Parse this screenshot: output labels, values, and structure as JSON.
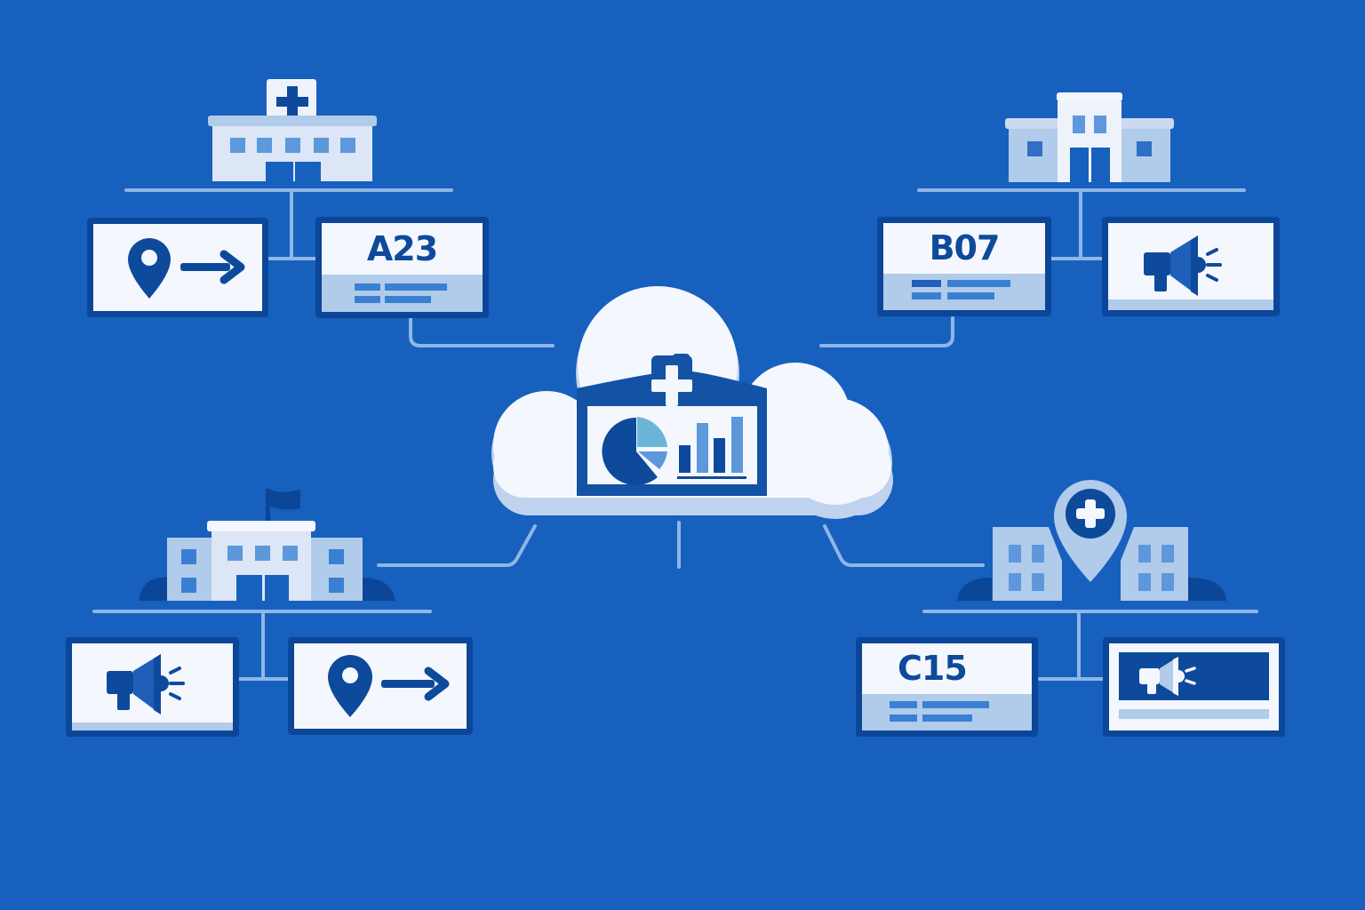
{
  "diagram": {
    "title": "",
    "background_color": "#1760BE",
    "center": {
      "type": "cloud",
      "label": "Central cloud health dashboard",
      "icons": [
        "cloud-icon",
        "medical-cross-icon",
        "pie-chart-icon",
        "bar-chart-icon"
      ],
      "bar_chart_heights": [
        0.4,
        0.75,
        0.5,
        0.95
      ],
      "pie_slices": [
        0.7,
        0.2,
        0.1
      ]
    },
    "nodes": [
      {
        "id": "top-left",
        "building": "hospital",
        "building_icon": "hospital-cross-icon",
        "screens": [
          {
            "type": "wayfinding",
            "icons": [
              "location-pin-icon",
              "arrow-right-icon"
            ]
          },
          {
            "type": "code",
            "code": "A23"
          }
        ]
      },
      {
        "id": "top-right",
        "building": "clinic",
        "building_icon": "clinic-building-icon",
        "screens": [
          {
            "type": "code",
            "code": "B07"
          },
          {
            "type": "announcement",
            "icons": [
              "megaphone-icon"
            ]
          }
        ]
      },
      {
        "id": "bottom-left",
        "building": "school",
        "building_icon": "flag-building-icon",
        "screens": [
          {
            "type": "announcement",
            "icons": [
              "megaphone-icon"
            ]
          },
          {
            "type": "wayfinding",
            "icons": [
              "location-pin-icon",
              "arrow-right-icon"
            ]
          }
        ]
      },
      {
        "id": "bottom-right",
        "building": "medical-campus",
        "building_icon": "medical-location-pin-icon",
        "screens": [
          {
            "type": "code",
            "code": "C15"
          },
          {
            "type": "announcement-banner",
            "icons": [
              "megaphone-icon"
            ]
          }
        ]
      }
    ],
    "colors": {
      "background": "#1760BE",
      "screen_frame": "#0B4698",
      "screen_face": "#F4F7FD",
      "accent_light": "#B1CBEA",
      "connector": "#8FB6E6",
      "icon_dark": "#0E4A9B"
    }
  }
}
